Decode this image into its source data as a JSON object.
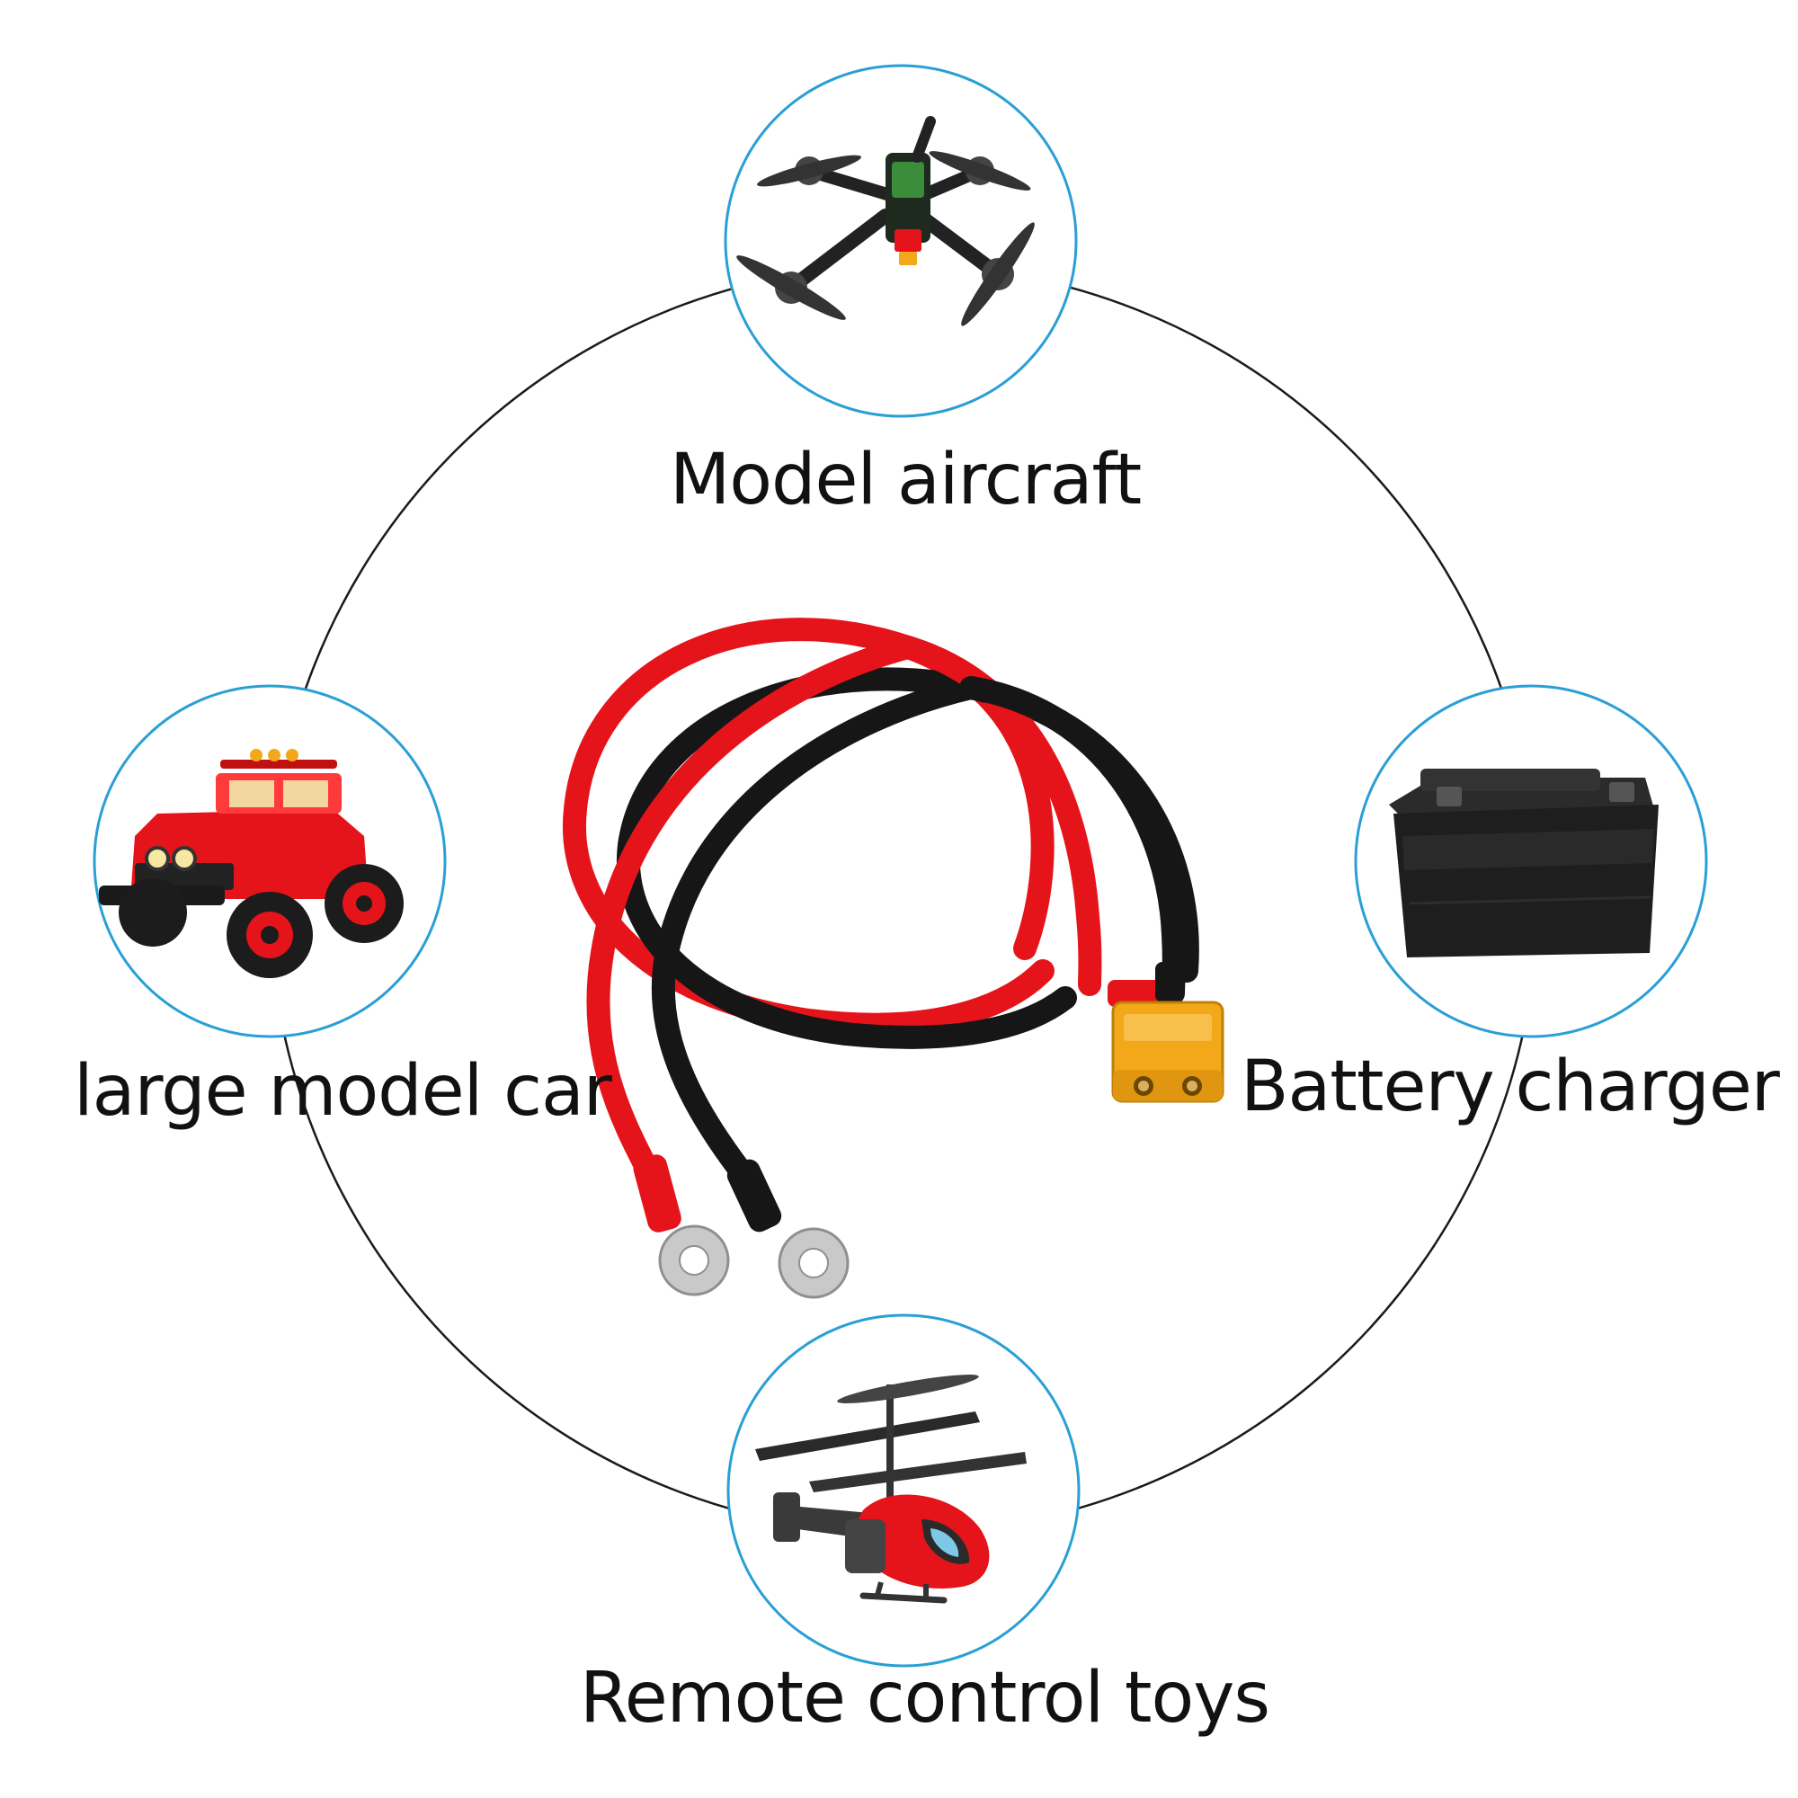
{
  "labels": {
    "model_aircraft": "Model aircraft",
    "large_model_car": "large model car",
    "battery_charger": "Battery charger",
    "remote_control_toys": "Remote control toys"
  },
  "colors": {
    "ring": "#1a1a1a",
    "badge_border": "#2a9fd6",
    "cable_red": "#e5141b",
    "cable_black": "#161616",
    "connector": "#f2a818",
    "terminal": "#c9c9c9",
    "text": "#111111"
  },
  "icons": {
    "aircraft": "drone-icon",
    "car": "toy-truck-icon",
    "battery": "battery-icon",
    "toys": "helicopter-icon",
    "connector": "xt60-connector-icon",
    "terminals": "ring-terminal-icon"
  }
}
